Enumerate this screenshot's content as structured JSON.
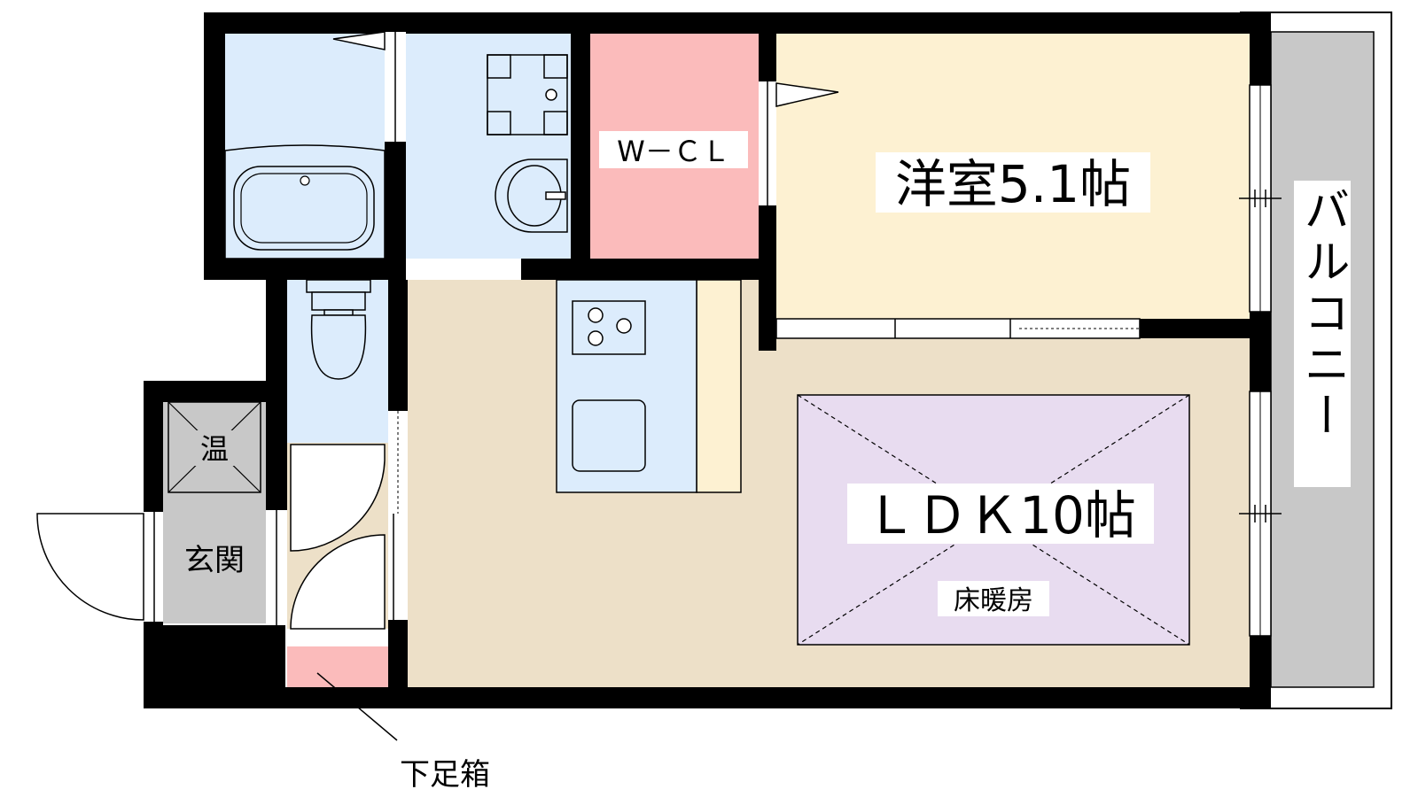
{
  "floorplan": {
    "rooms": {
      "western_room": "洋室5.1帖",
      "ldk": "ＬＤＫ10帖",
      "walk_in_closet": "W－ＣＬ",
      "entrance": "玄関"
    },
    "balcony": "バルコニー",
    "water_heater": "温",
    "floor_heating": "床暖房",
    "shoe_box": "下足箱"
  },
  "colors": {
    "wall": "#000000",
    "wet_area": "#dcecfc",
    "closet": "#fbbbbb",
    "bedroom": "#fdf1d2",
    "ldk": "#ede0c8",
    "floor_heating": "#e8dcf0",
    "balcony": "#c8c8c8",
    "entrance": "#c8c8c8",
    "counter": "#fdf1d2"
  }
}
